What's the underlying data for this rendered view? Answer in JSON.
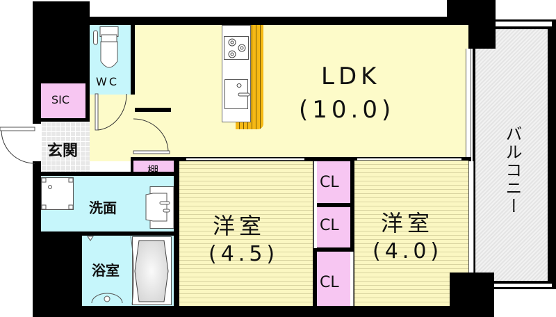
{
  "floorplan": {
    "rooms": {
      "ldk": {
        "name": "LDK",
        "size": "(10.0)"
      },
      "western_room_1": {
        "name": "洋室",
        "size": "(4.5)"
      },
      "western_room_2": {
        "name": "洋室",
        "size": "(4.0)"
      },
      "wc": {
        "name": "WC"
      },
      "sic": {
        "name": "SIC"
      },
      "entrance": {
        "name": "玄関"
      },
      "washroom": {
        "name": "洗面"
      },
      "bathroom": {
        "name": "浴室"
      },
      "shelf": {
        "name": "棚"
      },
      "closet_1": {
        "name": "CL"
      },
      "closet_2": {
        "name": "CL"
      },
      "closet_3": {
        "name": "CL"
      },
      "balcony": {
        "name": "バルコニー"
      }
    },
    "colors": {
      "living_fill": "#fdfbc9",
      "water_area_fill": "#c6f6fb",
      "storage_fill": "#f7c6f2",
      "counter_accent": "#f5b915",
      "wall": "#000000"
    }
  }
}
